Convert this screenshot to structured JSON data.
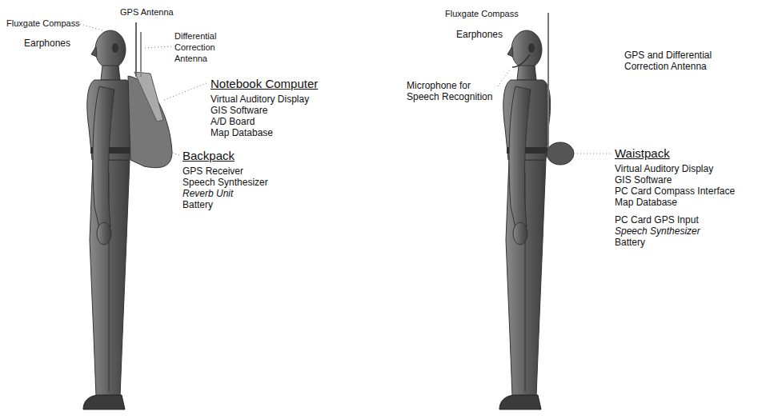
{
  "diagram": {
    "labels": [
      "Fluxgate Compass",
      "GPS Antenna",
      "Earphones",
      "Differential Correction Antenna",
      "Notebook Computer",
      "Virtual Auditory Display",
      "GIS Software",
      "A/D Board",
      "Map Database",
      "Backpack",
      "GPS Receiver",
      "Speech Synthesizer",
      "Reverb Unit",
      "Battery",
      "Fluxgate Compass",
      "Earphones",
      "GPS and Differential Correction Antenna",
      "Microphone for Speech Recognition",
      "Waistpack",
      "Virtual Auditory Display",
      "GIS Software",
      "PC Card Compass Interface",
      "Map Database",
      "PC Card GPS Input",
      "Speech Synthesizer",
      "Battery"
    ]
  }
}
